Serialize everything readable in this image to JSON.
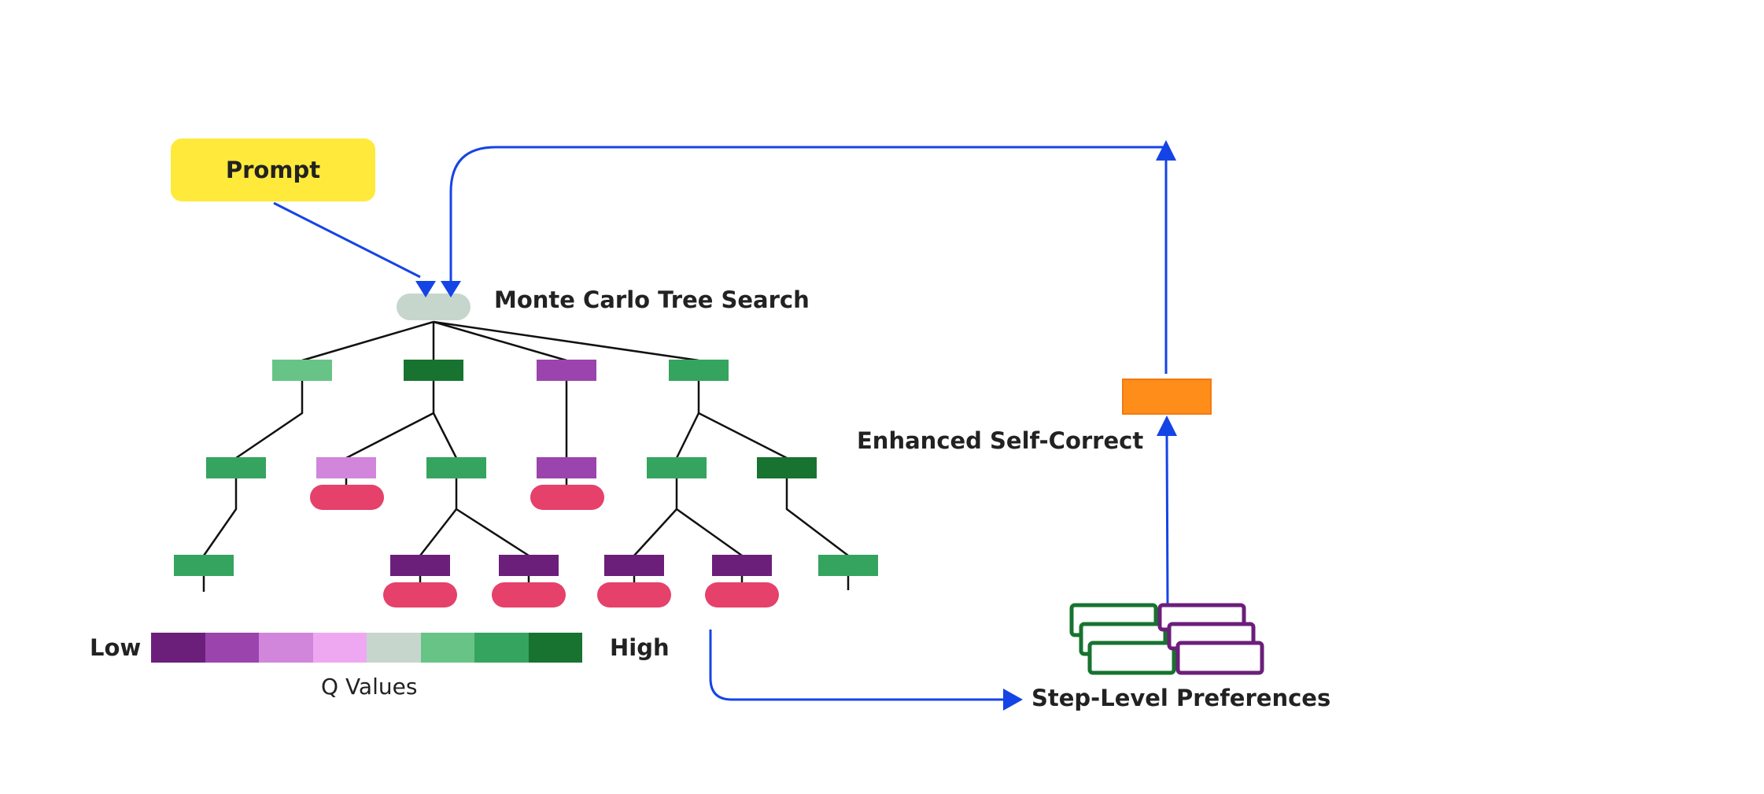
{
  "prompt_label": "Prompt",
  "mcts_label": "Monte Carlo Tree Search",
  "self_correct_label": "Enhanced Self-Correct",
  "preferences_label": "Step-Level Preferences",
  "legend": {
    "low_label": "Low",
    "high_label": "High",
    "caption": "Q Values",
    "scale_colors": [
      "#6b1f7a",
      "#9b44ad",
      "#d186dc",
      "#eea8f2",
      "#c6d6cd",
      "#67c486",
      "#35a45e",
      "#17732f"
    ]
  },
  "colors": {
    "prompt_fill": "#ffe93b",
    "arrow_blue": "#1544e6",
    "root_fill": "#c6d6cd",
    "terminal_red": "#e5416a",
    "self_correct_fill": "#ff8d1a",
    "pref_green": "#17732f",
    "pref_purple": "#6b1f7a",
    "edge": "#111111"
  }
}
